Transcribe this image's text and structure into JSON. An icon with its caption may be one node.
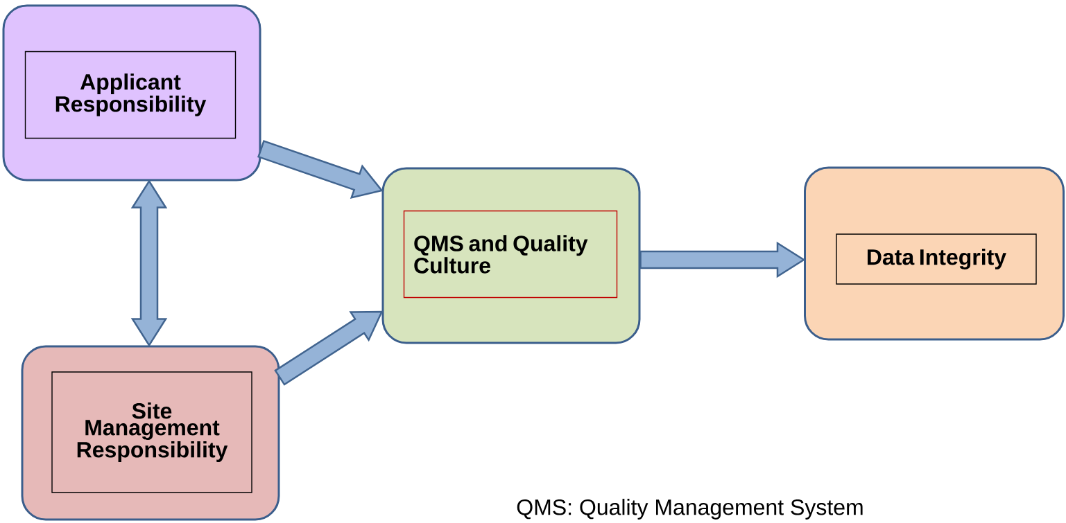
{
  "diagram": {
    "nodes": [
      {
        "text": [],
        "shape": "box"
      },
      {
        "text": [
          "Applicant Responsibility"
        ],
        "in": 0
      },
      {
        "text": [],
        "shape": "box"
      },
      {
        "text": [
          "QMS and Quality Culture"
        ],
        "in": 2
      },
      {
        "text": [],
        "shape": "box"
      },
      {
        "text": [
          "Data Integrity"
        ],
        "in": 4
      },
      {
        "text": [],
        "shape": "box"
      },
      {
        "text": [
          "Site Management Responsibility"
        ],
        "in": 6
      }
    ],
    "edges": [
      {
        "from": 0,
        "to": 2,
        "arrow": "to"
      },
      {
        "from": 0,
        "to": 6,
        "arrow": "both"
      },
      {
        "from": 6,
        "to": 2,
        "arrow": "to"
      },
      {
        "from": 2,
        "to": 4,
        "arrow": "to"
      }
    ],
    "labels": [
      "QMS: Quality Management System"
    ]
  }
}
